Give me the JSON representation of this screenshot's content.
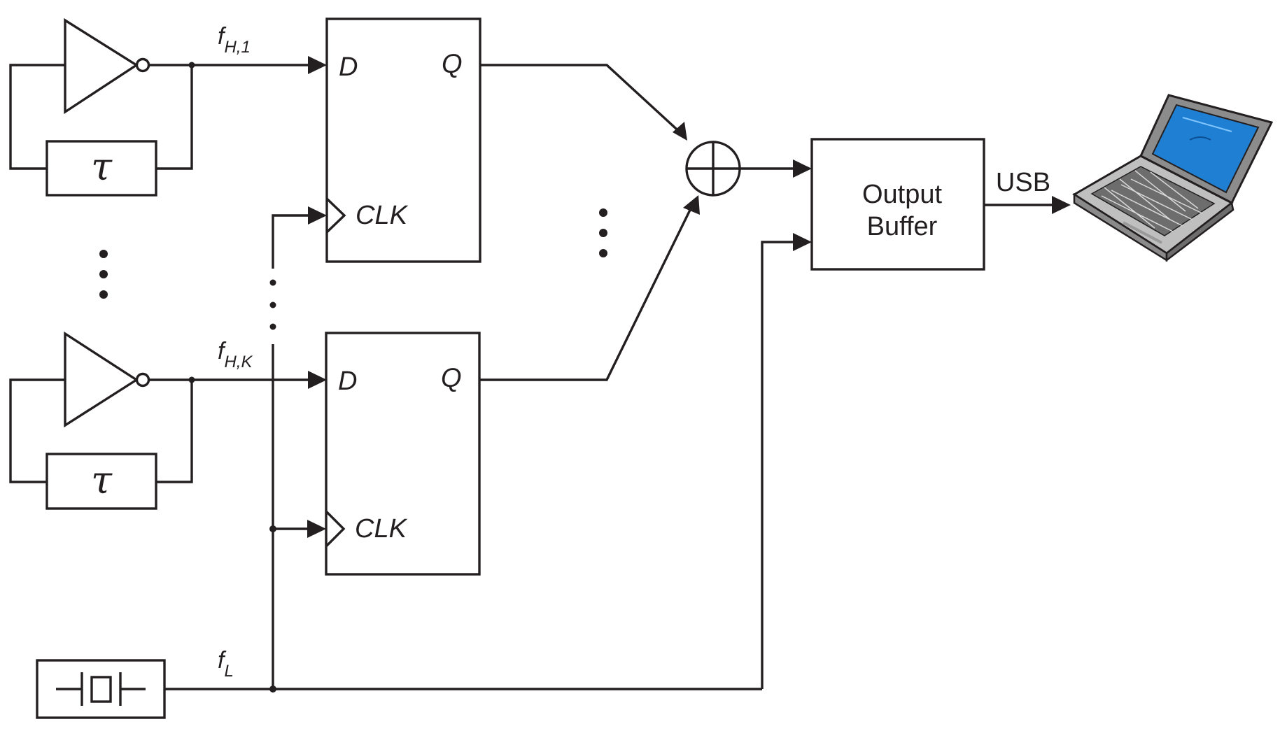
{
  "delay_label": "τ",
  "signals": {
    "fH1": {
      "base": "f",
      "sub": "H,1"
    },
    "fHK": {
      "base": "f",
      "sub": "H,K"
    },
    "fL": {
      "base": "f",
      "sub": "L"
    }
  },
  "flipflop": {
    "d": "D",
    "q": "Q",
    "clk": "CLK"
  },
  "output_buffer": {
    "line1": "Output",
    "line2": "Buffer"
  },
  "usb_label": "USB",
  "colors": {
    "line": "#231f20",
    "screen": "#1f7fd3",
    "laptop_body": "#bfbfbf",
    "laptop_dark": "#6d6d6d"
  }
}
